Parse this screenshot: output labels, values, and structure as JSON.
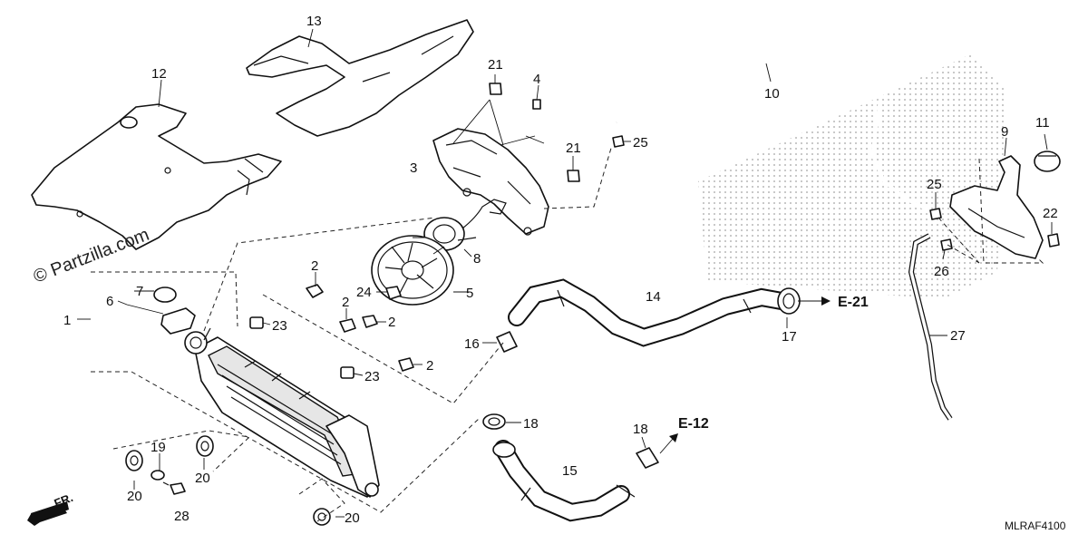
{
  "watermark": "© Partzilla.com",
  "diagram_code": "MLRAF4100",
  "front_marker": "FR.",
  "references": {
    "e21": "E-21",
    "e12": "E-12"
  },
  "callouts": {
    "p1": "1",
    "p2a": "2",
    "p2b": "2",
    "p2c": "2",
    "p2d": "2",
    "p3": "3",
    "p4": "4",
    "p5": "5",
    "p6": "6",
    "p7": "7",
    "p8": "8",
    "p9": "9",
    "p10": "10",
    "p11": "11",
    "p12": "12",
    "p13": "13",
    "p14": "14",
    "p15": "15",
    "p16": "16",
    "p17": "17",
    "p18a": "18",
    "p18b": "18",
    "p19": "19",
    "p20a": "20",
    "p20b": "20",
    "p20c": "20",
    "p21a": "21",
    "p21b": "21",
    "p22": "22",
    "p23a": "23",
    "p23b": "23",
    "p24": "24",
    "p25a": "25",
    "p25b": "25",
    "p26": "26",
    "p27": "27",
    "p28": "28"
  }
}
